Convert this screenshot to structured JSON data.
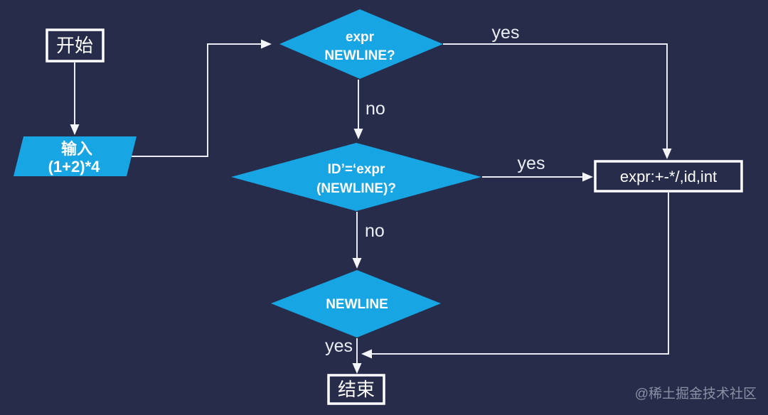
{
  "diagram": {
    "type": "flowchart",
    "colors": {
      "background": "#262c49",
      "node_fill": "#17a5e3",
      "node_text": "#ffffff",
      "line": "#e9ecf4",
      "box_border": "#ffffff",
      "watermark": "#8b91a4"
    },
    "nodes": {
      "start": {
        "label": "开始"
      },
      "input": {
        "line1": "输入",
        "line2": "(1+2)*4"
      },
      "decision1": {
        "line1": "expr",
        "line2": "NEWLINE?"
      },
      "decision2": {
        "line1": "ID’=‘expr",
        "line2": "(NEWLINE)?"
      },
      "rule": {
        "label": "expr:+-*/,id,int"
      },
      "decision3": {
        "label": "NEWLINE"
      },
      "end": {
        "label": "结束"
      }
    },
    "edge_labels": {
      "decision1_yes": "yes",
      "decision1_no": "no",
      "decision2_yes": "yes",
      "decision2_no": "no",
      "decision3_yes": "yes"
    },
    "watermark_text": "@稀土掘金技术社区"
  }
}
